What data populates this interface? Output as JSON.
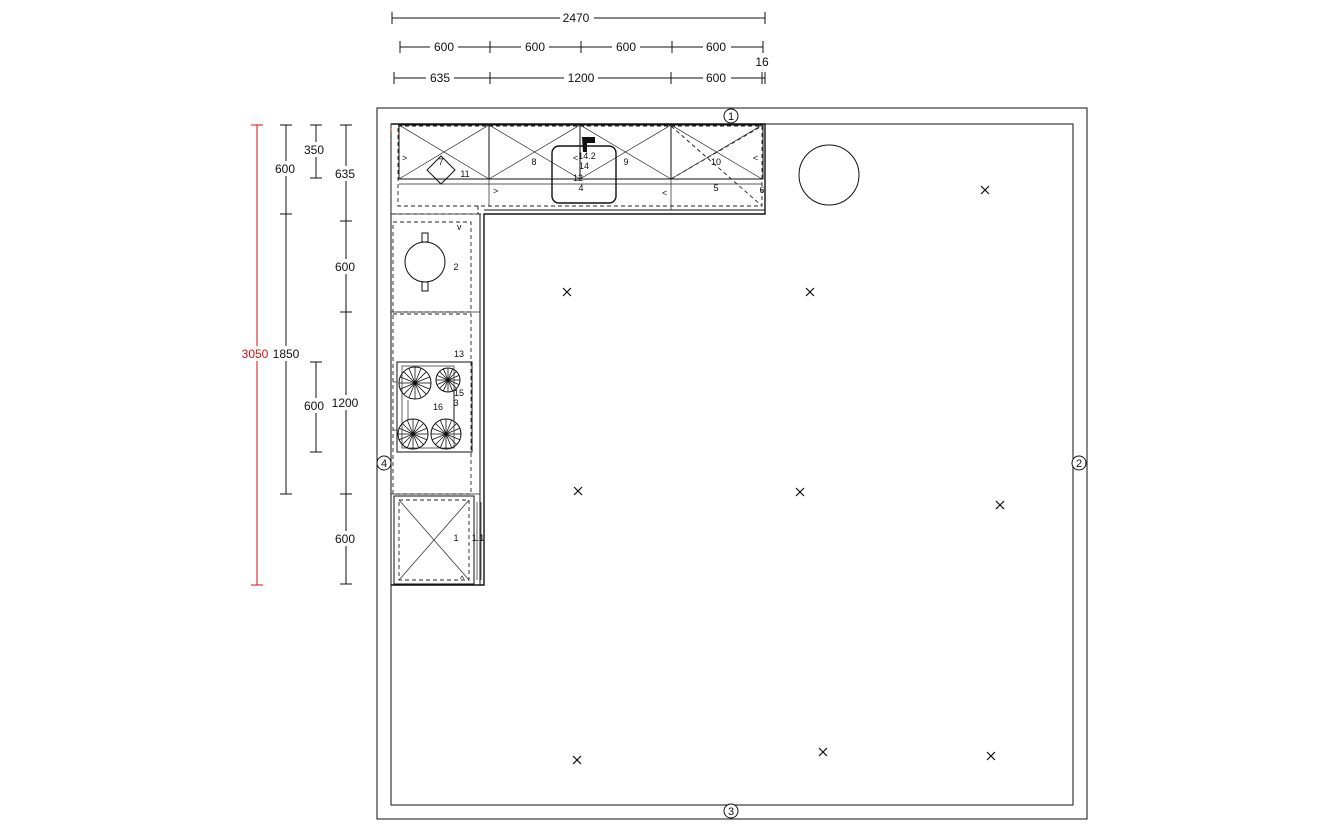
{
  "dimensions": {
    "top_total": "2470",
    "top_row1": [
      "600",
      "600",
      "600",
      "600"
    ],
    "top_row2": [
      "635",
      "1200",
      "600"
    ],
    "top_offset": "16",
    "left_total": "3050",
    "left_mid": "1850",
    "left_col_a": [
      "600",
      "600"
    ],
    "left_col_b": [
      "350",
      "635",
      "600",
      "1200",
      "600"
    ]
  },
  "walls": [
    "1",
    "2",
    "3",
    "4"
  ],
  "cabinet_labels": {
    "c7": "7",
    "c11": "11",
    "c8": "8",
    "c14_2": "14.2",
    "c14": "14",
    "c12": "12",
    "c4": "4",
    "c9": "9",
    "c10": "10",
    "c5": "5",
    "c6": "6",
    "c2": "2",
    "c13": "13",
    "c15": "15",
    "c16": "16",
    "c3": "3",
    "c1": "1",
    "c1_1": "1.1"
  },
  "colors": {
    "line": "#111111",
    "highlight": "#d01010",
    "background": "#ffffff"
  }
}
